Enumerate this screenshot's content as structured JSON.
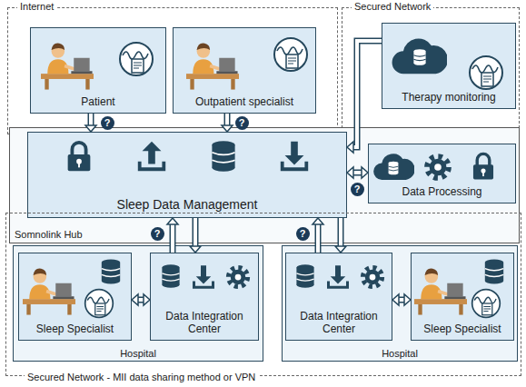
{
  "diagram": {
    "nodes": [
      {
        "text": [
          "Internet"
        ]
      },
      {
        "text": [
          "Patient"
        ],
        "in": 0
      },
      {
        "text": [
          "Outpatient specialist"
        ],
        "in": 0
      },
      {
        "text": [
          "Secured Network"
        ]
      },
      {
        "text": [
          "Therapy monitoring"
        ],
        "in": 3
      },
      {
        "text": [
          "Somnolink Hub"
        ]
      },
      {
        "text": [
          "Sleep Data Management"
        ],
        "in": 5
      },
      {
        "text": [
          "Data Processing"
        ],
        "in": 5
      },
      {
        "text": [
          "Secured Network - MII data sharing method or VPN"
        ]
      },
      {
        "text": [
          "Hospital"
        ],
        "in": 8
      },
      {
        "text": [
          "Sleep Specialist"
        ],
        "in": 9
      },
      {
        "text": [
          "Data Integration Center"
        ],
        "in": 9
      },
      {
        "text": [
          "Hospital"
        ],
        "in": 8
      },
      {
        "text": [
          "Data Integration Center"
        ],
        "in": 12
      },
      {
        "text": [
          "Sleep Specialist"
        ],
        "in": 12
      }
    ],
    "edges": [
      {
        "from": 1,
        "to": 6,
        "arrow": "to"
      },
      {
        "from": 2,
        "to": 6,
        "arrow": "to"
      },
      {
        "from": 4,
        "to": 6,
        "arrow": "to"
      },
      {
        "from": 6,
        "to": 7,
        "arrow": "both"
      },
      {
        "from": 11,
        "to": 6,
        "arrow": "to"
      },
      {
        "from": 6,
        "to": 11,
        "arrow": "to"
      },
      {
        "from": 13,
        "to": 6,
        "arrow": "to"
      },
      {
        "from": 6,
        "to": 13,
        "arrow": "to"
      },
      {
        "from": 10,
        "to": 11,
        "arrow": "both"
      },
      {
        "from": 13,
        "to": 14,
        "arrow": "both"
      }
    ],
    "labels": [
      "?",
      "?",
      "?",
      "?",
      "?"
    ]
  }
}
